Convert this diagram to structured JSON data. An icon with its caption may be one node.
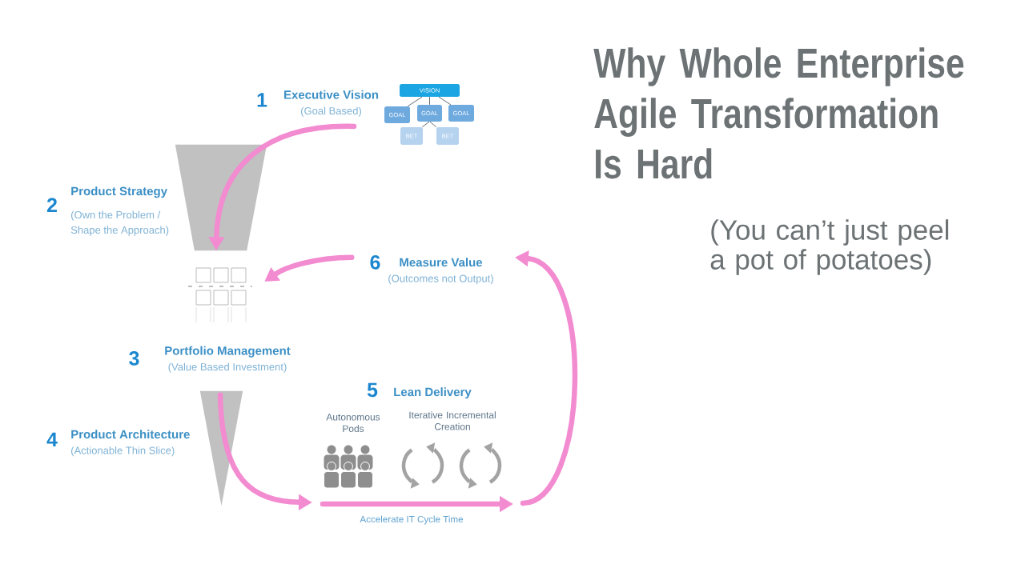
{
  "diagram": {
    "title": "Why Whole Enterprise Agile Transformation Is Hard",
    "nodes": [
      {
        "text": [
          "1",
          "Executive Vision",
          "(Goal Based)"
        ]
      },
      {
        "text": [
          "VISION"
        ]
      },
      {
        "text": [
          "GOAL"
        ]
      },
      {
        "text": [
          "GOAL"
        ]
      },
      {
        "text": [
          "GOAL"
        ]
      },
      {
        "text": [
          "BET"
        ]
      },
      {
        "text": [
          "BET"
        ]
      },
      {
        "text": [
          "2",
          "Product Strategy",
          "(Own the Problem / Shape the Approach)"
        ]
      },
      {
        "text": [],
        "shape": "funnel"
      },
      {
        "text": [],
        "shape": "grid"
      },
      {
        "text": [
          "6",
          "Measure Value",
          "(Outcomes not Output)"
        ]
      },
      {
        "text": [
          "3",
          "Portfolio Management",
          "(Value Based Investment)"
        ]
      },
      {
        "text": [
          "5",
          "Lean Delivery"
        ]
      },
      {
        "text": [],
        "shape": "triangle"
      },
      {
        "text": [
          "4",
          "Product Architecture",
          "(Actionable Thin Slice)"
        ]
      }
    ],
    "edges": [
      {
        "from": 0,
        "to": 8,
        "arrow": "to",
        "style": "thick",
        "color": "#f28bd0"
      },
      {
        "from": 1,
        "to": 2,
        "arrow": "none"
      },
      {
        "from": 1,
        "to": 3,
        "arrow": "none"
      },
      {
        "from": 1,
        "to": 4,
        "arrow": "none"
      },
      {
        "from": 3,
        "to": 5,
        "arrow": "none"
      },
      {
        "from": 3,
        "to": 6,
        "arrow": "none"
      },
      {
        "from": 10,
        "to": 9,
        "arrow": "to",
        "style": "thick",
        "color": "#f28bd0"
      },
      {
        "from": 13,
        "to": null,
        "arrow": "to",
        "style": "thick",
        "color": "#f28bd0"
      },
      {
        "from": null,
        "to": 10,
        "arrow": "to",
        "style": "thick",
        "color": "#f28bd0"
      }
    ],
    "labels": [
      "Autonomous Pods",
      "Iterative Incremental Creation",
      "Accelerate IT Cycle Time",
      "(You can’t just peel a pot of potatoes)"
    ]
  }
}
